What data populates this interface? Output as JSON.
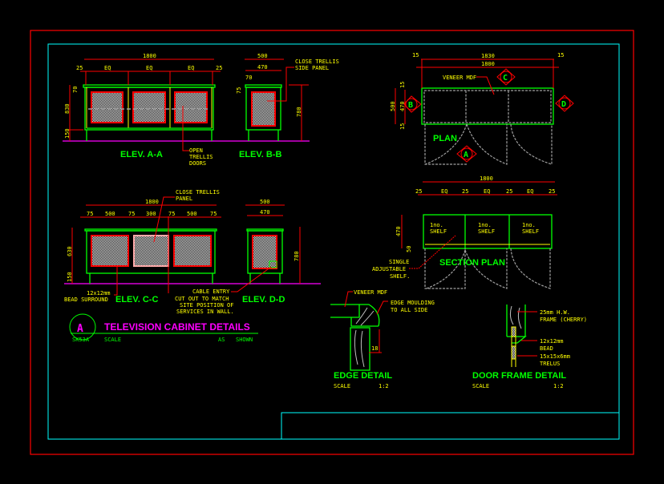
{
  "drawing": {
    "title": "TELEVISION CABINET DETAILS",
    "ref_letter": "A",
    "sheet_code": "SK53A",
    "scale_label": "SCALE",
    "scale_value_1": "AS",
    "scale_value_2": "SHOWN"
  },
  "elev_aa": {
    "label": "ELEV. A-A",
    "dim_total": "1800",
    "dim_side_l": "25",
    "dim_side_r": "25",
    "dim_eq": [
      "EQ",
      "EQ",
      "EQ"
    ],
    "dim_top": "70",
    "dim_body": "830",
    "dim_leg": "150",
    "note": [
      "OPEN",
      "TRELLIS",
      "DOORS"
    ]
  },
  "elev_bb": {
    "label": "ELEV. B-B",
    "dim_total": "500",
    "dim_inner": "470",
    "dim_top": "70",
    "dim_side": "75",
    "dim_height": "780",
    "note": [
      "CLOSE TRELLIS",
      "SIDE PANEL"
    ]
  },
  "elev_cc": {
    "label": "ELEV. C-C",
    "dim_total": "1800",
    "dims": [
      "75",
      "500",
      "75",
      "300",
      "75",
      "500",
      "75"
    ],
    "dim_body": "630",
    "dim_leg": "150",
    "note_panel": [
      "CLOSE TRELLIS",
      "PANEL"
    ],
    "note_bead": [
      "12x12mm",
      "BEAD SURROUND"
    ]
  },
  "elev_dd": {
    "label": "ELEV. D-D",
    "dim_total": "500",
    "dim_inner": "470",
    "dim_height": "780",
    "note_cable": [
      "CABLE ENTRY",
      "CUT OUT TO MATCH",
      "SITE POSITION OF",
      "SERVICES IN WALL."
    ]
  },
  "plan": {
    "label": "PLAN",
    "dim_total": "1830",
    "dim_inner": "1800",
    "dim_end_l": "15",
    "dim_end_r": "15",
    "dim_depth": "500",
    "dim_depth_inner": "470",
    "dim_15_top": "15",
    "dim_15_bot": "15",
    "note": "VENEER MDF",
    "markers": [
      "A",
      "B",
      "C",
      "D"
    ]
  },
  "section_plan": {
    "label": "SECTION PLAN",
    "dim_total": "1800",
    "dims": [
      "25",
      "EQ",
      "25",
      "EQ",
      "25",
      "EQ",
      "25"
    ],
    "dim_depth": "470",
    "dim_small": "50",
    "shelves": [
      [
        "1no.",
        "SHELF"
      ],
      [
        "1no.",
        "SHELF"
      ],
      [
        "1no.",
        "SHELF"
      ]
    ],
    "note": [
      "SINGLE",
      "ADJUSTABLE",
      "SHELF."
    ]
  },
  "edge_detail": {
    "label": "EDGE DETAIL",
    "scale_label": "SCALE",
    "scale": "1:2",
    "note_veneer": "VENEER MDF",
    "note_moulding": [
      "EDGE MOULDING",
      "TO ALL SIDE"
    ],
    "dim": "18"
  },
  "door_frame_detail": {
    "label": "DOOR FRAME DETAIL",
    "scale_label": "SCALE",
    "scale": "1:2",
    "notes": [
      [
        "25mm H.W.",
        "FRAME (CHERRY)"
      ],
      [
        "12x12mm",
        "BEAD"
      ],
      [
        "15x15x6mm",
        "TRELUS"
      ]
    ]
  }
}
